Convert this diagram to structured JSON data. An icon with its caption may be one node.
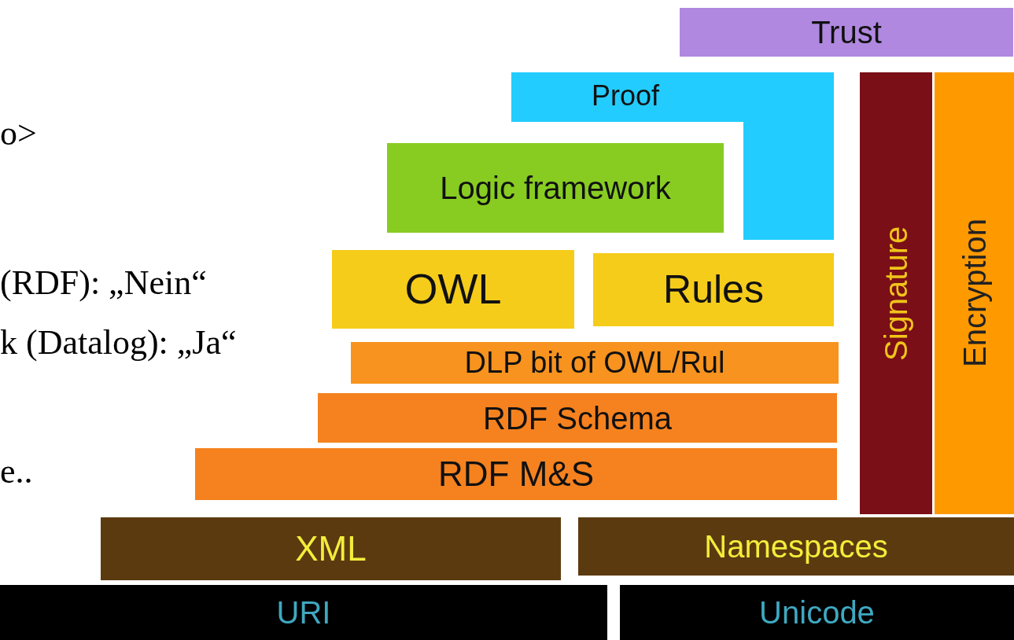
{
  "diagram": {
    "nodes": [
      {
        "text": [
          "Trust"
        ]
      },
      {
        "text": [
          "Proof"
        ]
      },
      {
        "text": [
          "Logic framework"
        ]
      },
      {
        "text": [
          "OWL"
        ]
      },
      {
        "text": [
          "Rules"
        ]
      },
      {
        "text": [
          "DLP bit of OWL/Rul"
        ]
      },
      {
        "text": [
          "RDF Schema"
        ]
      },
      {
        "text": [
          "RDF M&S"
        ]
      },
      {
        "text": [
          "Signature"
        ]
      },
      {
        "text": [
          "Encryption"
        ]
      },
      {
        "text": [
          "XML"
        ]
      },
      {
        "text": [
          "Namespaces"
        ]
      },
      {
        "text": [
          "URI"
        ]
      },
      {
        "text": [
          "Unicode"
        ]
      }
    ],
    "edges": [],
    "labels": [
      "o>",
      "(RDF): „Nein“",
      "k (Datalog): „Ja“",
      "e.."
    ]
  }
}
